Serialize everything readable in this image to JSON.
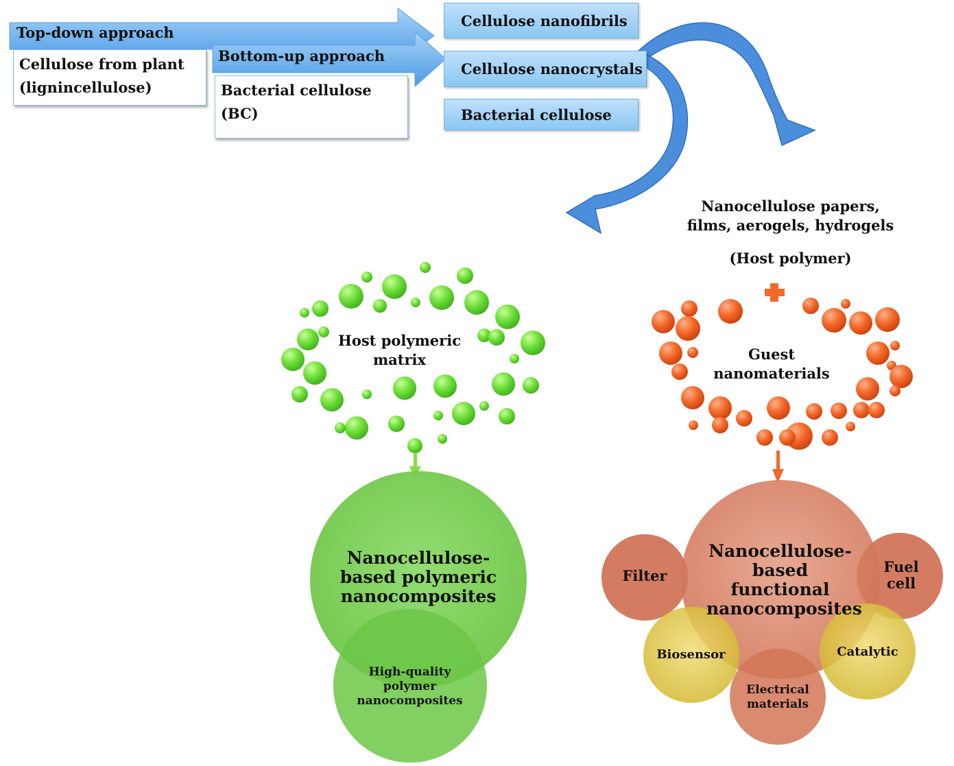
{
  "approaches": {
    "top_down": "Top-down approach",
    "top_down_source": "Cellulose from plant (lignincellulose)",
    "bottom_up": "Bottom-up approach",
    "bottom_up_source": "Bacterial cellulose (BC)"
  },
  "products": {
    "nanofibrils": "Cellulose nanofibrils",
    "nanocrystals": "Cellulose nanocrystals",
    "bacterial": "Bacterial cellulose"
  },
  "host": {
    "forms": "Nanocellulose papers, films, aerogels, hydrogels",
    "role": "(Host polymer)",
    "plus_symbol": "+"
  },
  "clusters": {
    "green_label": "Host polymeric matrix",
    "orange_label": "Guest nanomaterials"
  },
  "results": {
    "polymeric": "Nanocellulose-based polymeric nanocomposites",
    "high_quality": "High-quality polymer nanocomposites",
    "functional": "Nanocellulose-based functional nanocomposites"
  },
  "applications": {
    "filter": "Filter",
    "fuel_cell": "Fuel cell",
    "biosensor": "Biosensor",
    "catalytic": "Catalytic",
    "electrical": "Electrical materials"
  },
  "colors": {
    "blue": "#5aa7ea",
    "green": "#6fd94a",
    "orange": "#f05a1e",
    "big_green": "#7ccf5a",
    "big_orange": "#d97a5e",
    "yellow": "#dcc13a"
  }
}
